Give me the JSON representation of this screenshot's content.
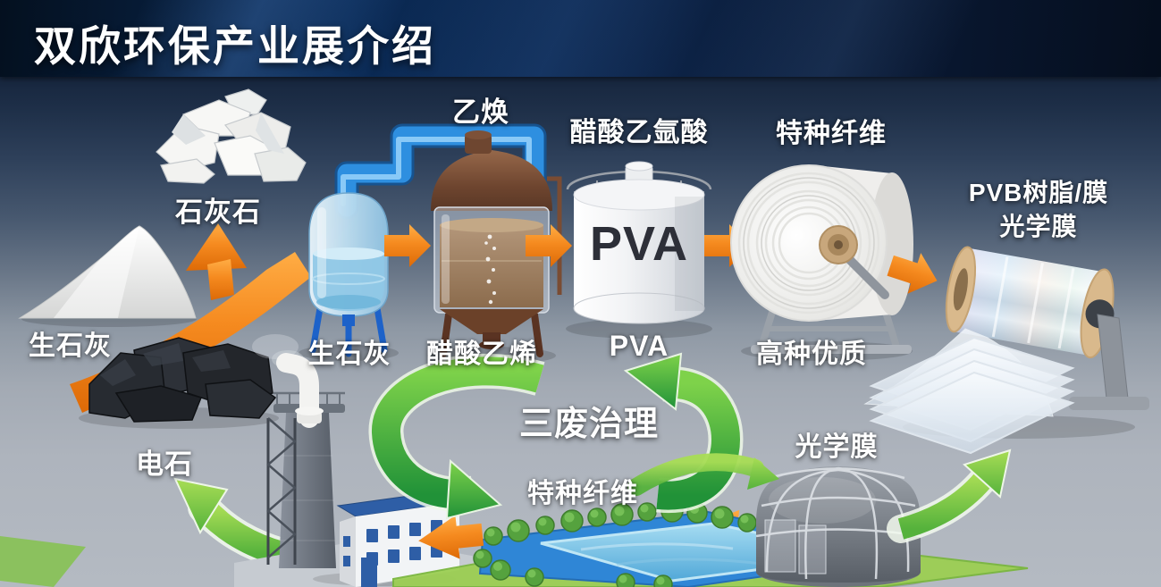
{
  "header": {
    "title": "双欣环保产业展介绍"
  },
  "chain": {
    "limestone_label": "石灰石",
    "quicklime_pile_label": "生石灰",
    "carbide_label": "电石",
    "acetylene_label": "乙焕",
    "quicklime_vessel_label": "生石灰",
    "vinyl_acetate_label": "醋酸乙烯",
    "acetate_acid_label": "醋酸乙氩酸",
    "pva_tank_text": "PVA",
    "pva_label": "PVA",
    "special_fiber_label": "特种纤维",
    "fiber_quality_label": "高种优质",
    "pvb_label_line1": "PVB树脂/膜",
    "pvb_label_line2": "光学膜"
  },
  "recycle": {
    "title": "三废治理",
    "fiber_label": "特种纤维",
    "optical_film_label": "光学膜"
  },
  "colors": {
    "arrow_orange": "#f5831f",
    "arrow_green": "#2fa43c",
    "arrow_green_light": "#8ed143",
    "header_blue": "#0b2b55",
    "floor_gray": "#a9b0b9",
    "pipe_blue": "#2e8fe0",
    "vessel_brown": "#6e452f",
    "pool_blue": "#2f86d6"
  }
}
